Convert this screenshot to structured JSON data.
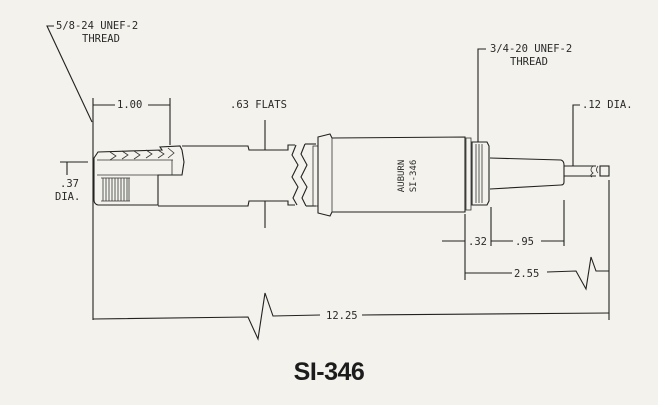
{
  "title": "SI-346",
  "body_marking": {
    "line1": "AUBURN",
    "line2": "SI-346"
  },
  "callouts": {
    "left_thread": {
      "line1": "5/8-24 UNEF-2",
      "line2": "THREAD"
    },
    "right_thread": {
      "line1": "3/4-20 UNEF-2",
      "line2": "THREAD"
    },
    "flats": ".63 FLATS",
    "tip_dia": ".12 DIA.",
    "left_dia": {
      "line1": ".37",
      "line2": "DIA."
    }
  },
  "dimensions": {
    "shell_length": "1.00",
    "thread_width": ".32",
    "insulator_length": ".95",
    "tip_section": "2.55",
    "overall_length": "12.25"
  },
  "colors": {
    "background": "#f3f2ec",
    "ink": "#222222"
  }
}
